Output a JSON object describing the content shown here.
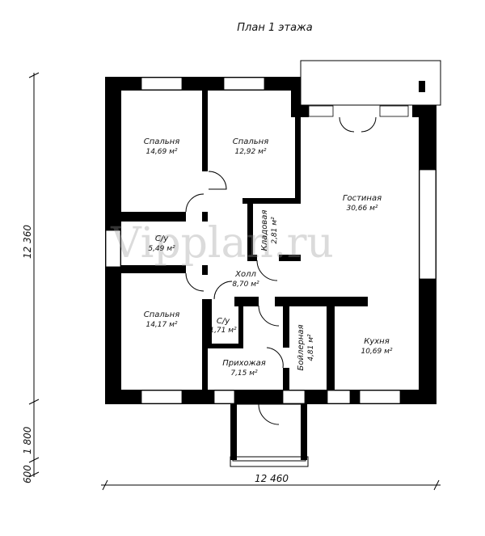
{
  "title": "План 1 этажа",
  "watermark": "Vipplan.ru",
  "dimensions": {
    "height_main": "12 360",
    "height_porch": "1 800",
    "height_step": "600",
    "width_total": "12 460"
  },
  "rooms": [
    {
      "name": "Спальня",
      "area": "14,69 м²"
    },
    {
      "name": "Спальня",
      "area": "12,92 м²"
    },
    {
      "name": "Гостиная",
      "area": "30,66 м²"
    },
    {
      "name": "Кладовая",
      "area": "2,81 м²"
    },
    {
      "name": "С/у",
      "area": "5,49 м²"
    },
    {
      "name": "Холл",
      "area": "8,70 м²"
    },
    {
      "name": "Спальня",
      "area": "14,17 м²"
    },
    {
      "name": "С/у",
      "area": "1,71 м²"
    },
    {
      "name": "Прихожая",
      "area": "7,15 м²"
    },
    {
      "name": "Бойлерная",
      "area": "4,81 м²"
    },
    {
      "name": "Кухня",
      "area": "10,69 м²"
    }
  ]
}
